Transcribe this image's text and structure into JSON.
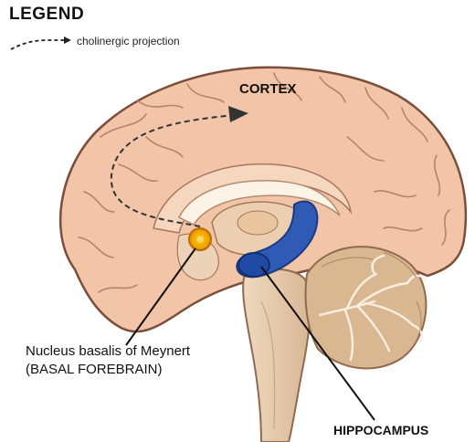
{
  "legend": {
    "title": "LEGEND",
    "entry": "cholinergic projection"
  },
  "labels": {
    "cortex": "CORTEX",
    "nucleus_line1": "Nucleus basalis of Meynert",
    "nucleus_line2": "(BASAL FOREBRAIN)",
    "hippocampus": "HIPPOCAMPUS"
  },
  "colors": {
    "brain_fill": "#f2c4a8",
    "brain_outline": "#7a4e3a",
    "inner_fill": "#eed9bf",
    "hippocampus": "#2f5bb7",
    "nucleus": "#f4b400",
    "cerebellum": "#d9b791"
  }
}
